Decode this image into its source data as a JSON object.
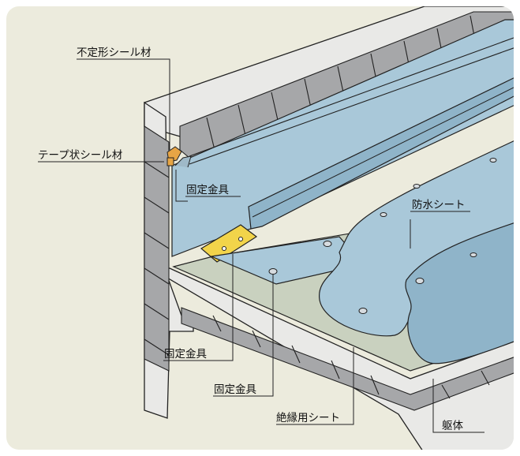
{
  "labels": {
    "sealant_amorphous": "不定形シール材",
    "sealant_tape": "テープ状シール材",
    "fixing_bracket_top": "固定金具",
    "waterproof_sheet": "防水シート",
    "fixing_bracket_left": "固定金具",
    "fixing_bracket_bottom": "固定金具",
    "insulation_sheet": "絶縁用シート",
    "structure": "躯体"
  },
  "colors": {
    "background": "#ECEBDD",
    "concrete_face": "#E9E9E7",
    "tile": "#A6A7A9",
    "membrane": "#A9C8D9",
    "membrane_dark": "#8FB4C9",
    "insulation": "#C9D1BF",
    "bracket": "#F2D44A",
    "sealant": "#E7A545",
    "line": "#222222"
  }
}
